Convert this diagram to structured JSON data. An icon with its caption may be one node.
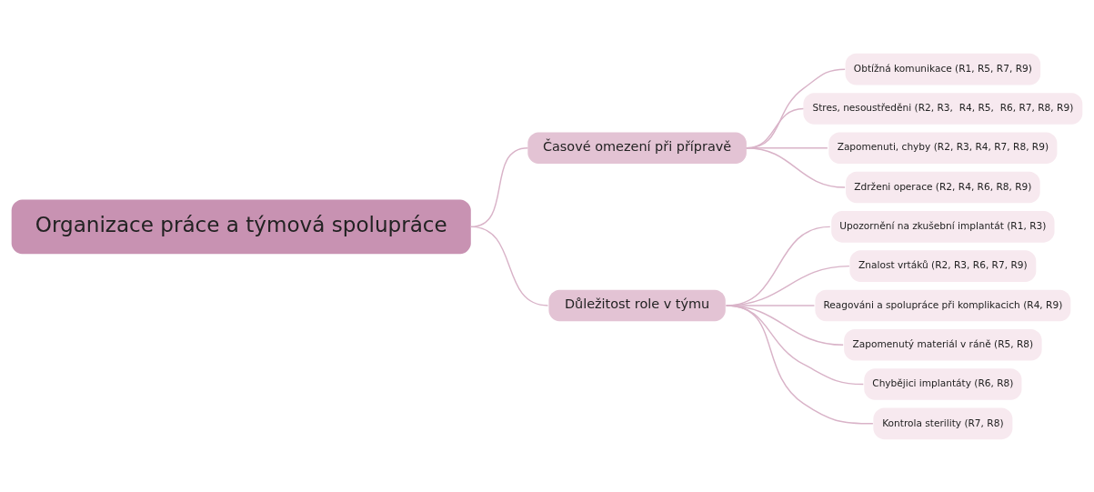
{
  "diagram": {
    "nodes": [
      {
        "text": [
          "Organizace práce a týmová spolupráce"
        ]
      },
      {
        "text": [
          "Časové omezení při přípravě"
        ]
      },
      {
        "text": [
          "Důležitost role v týmu"
        ]
      },
      {
        "text": [
          "Obtížná komunikace (R1, R5, R7, R9)"
        ]
      },
      {
        "text": [
          "Stres, nesoustředěni (R2, R3,  R4, R5,  R6, R7, R8, R9)"
        ]
      },
      {
        "text": [
          "Zapomenuti, chyby (R2, R3, R4, R7, R8, R9)"
        ]
      },
      {
        "text": [
          "Zdrženi operace (R2, R4, R6, R8, R9)"
        ]
      },
      {
        "text": [
          "Upozornění na zkušební implantát (R1, R3)"
        ]
      },
      {
        "text": [
          "Znalost vrtáků (R2, R3, R6, R7, R9)"
        ]
      },
      {
        "text": [
          "Reagováni a spolupráce při komplikacich (R4, R9)"
        ]
      },
      {
        "text": [
          "Zapomenutý materiál v ráně (R5, R8)"
        ]
      },
      {
        "text": [
          "Chybějici implantáty (R6, R8)"
        ]
      },
      {
        "text": [
          "Kontrola sterility (R7, R8)"
        ]
      }
    ],
    "edges": [
      {
        "from": 0,
        "to": 1,
        "arrow": "none"
      },
      {
        "from": 0,
        "to": 2,
        "arrow": "none"
      },
      {
        "from": 1,
        "to": 3,
        "arrow": "none"
      },
      {
        "from": 1,
        "to": 4,
        "arrow": "none"
      },
      {
        "from": 1,
        "to": 5,
        "arrow": "none"
      },
      {
        "from": 1,
        "to": 6,
        "arrow": "none"
      },
      {
        "from": 2,
        "to": 7,
        "arrow": "none"
      },
      {
        "from": 2,
        "to": 8,
        "arrow": "none"
      },
      {
        "from": 2,
        "to": 9,
        "arrow": "none"
      },
      {
        "from": 2,
        "to": 10,
        "arrow": "none"
      },
      {
        "from": 2,
        "to": 11,
        "arrow": "none"
      },
      {
        "from": 2,
        "to": 12,
        "arrow": "none"
      }
    ]
  }
}
